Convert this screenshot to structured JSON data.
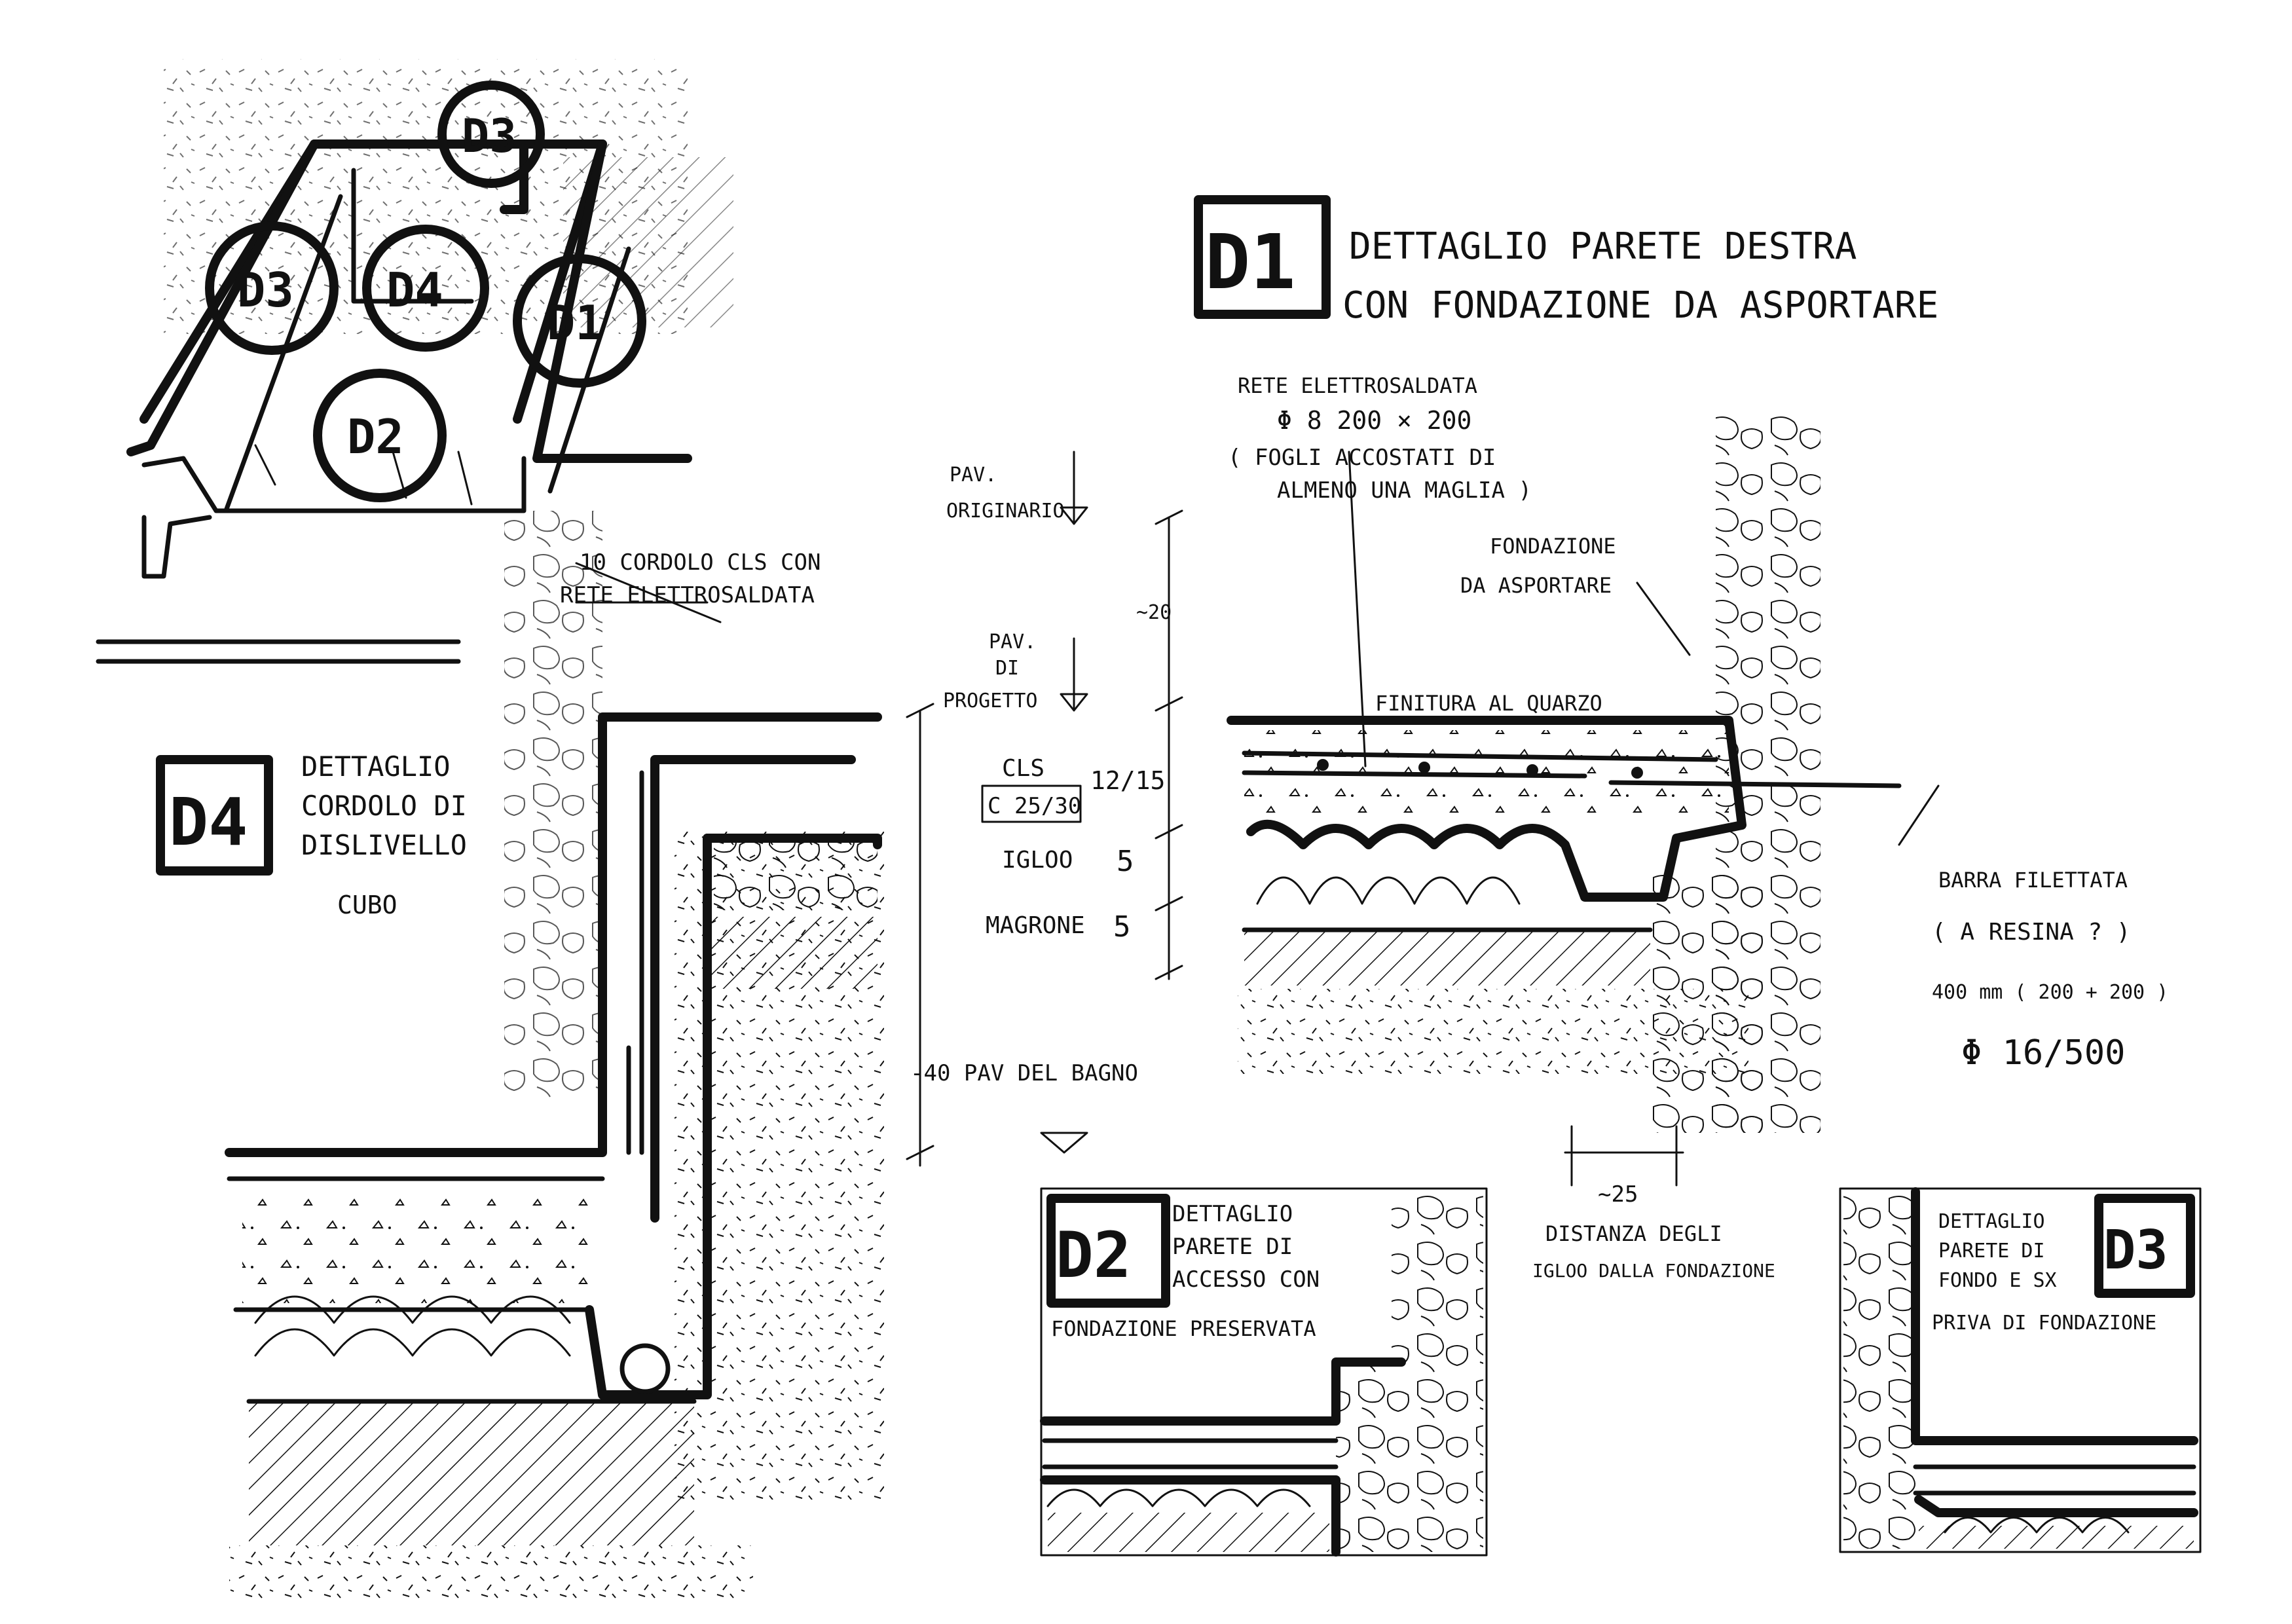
{
  "colors": {
    "ink": "#111111",
    "paper": "#ffffff"
  },
  "plan": {
    "labels": [
      "D3",
      "D3",
      "D4",
      "D1",
      "D2"
    ]
  },
  "d1": {
    "code": "D1",
    "title_line1": "DETTAGLIO PARETE DESTRA",
    "title_line2": "CON FONDAZIONE DA ASPORTARE",
    "rete_line1": "RETE ELETTROSALDATA",
    "rete_line2": "Φ 8  200 × 200",
    "rete_line3": "( FOGLI ACCOSTATI DI",
    "rete_line4": "ALMENO UNA MAGLIA )",
    "fondazione_line1": "FONDAZIONE",
    "fondazione_line2": "DA ASPORTARE",
    "finitura": "FINITURA AL QUARZO",
    "barra_line1": "BARRA FILETTATA",
    "barra_line2": "( A RESINA ? )",
    "barra_line3": "400 mm ( 200 + 200 )",
    "barra_line4": "Φ 16/500",
    "distanza_value": "~25",
    "distanza_line1": "DISTANZA DEGLI",
    "distanza_line2": "IGLOO DALLA FONDAZIONE"
  },
  "levels": {
    "pav_originario_1": "PAV.",
    "pav_originario_2": "ORIGINARIO",
    "dim_20": "~20",
    "pav_progetto_1": "PAV.",
    "pav_progetto_2": "DI",
    "pav_progetto_3": "PROGETTO",
    "cls": "CLS",
    "cls_value": "12/15",
    "cls_class": "C 25/30",
    "igloo": "IGLOO",
    "igloo_value": "5",
    "magrone": "MAGRONE",
    "magrone_value": "5",
    "pav_bagno": "-40 PAV DEL BAGNO"
  },
  "d4": {
    "code": "D4",
    "title_line1": "DETTAGLIO",
    "title_line2": "CORDOLO DI",
    "title_line3": "DISLIVELLO",
    "title_line4": "CUBO",
    "cordolo_line1": "10  CORDOLO CLS CON",
    "cordolo_line2": "RETE ELETTROSALDATA"
  },
  "d2": {
    "code": "D2",
    "title_line1": "DETTAGLIO",
    "title_line2": "PARETE DI",
    "title_line3": "ACCESSO CON",
    "title_line4": "FONDAZIONE PRESERVATA"
  },
  "d3": {
    "code": "D3",
    "title_line1": "DETTAGLIO",
    "title_line2": "PARETE DI",
    "title_line3": "FONDO E SX",
    "title_line4": "PRIVA DI FONDAZIONE"
  }
}
